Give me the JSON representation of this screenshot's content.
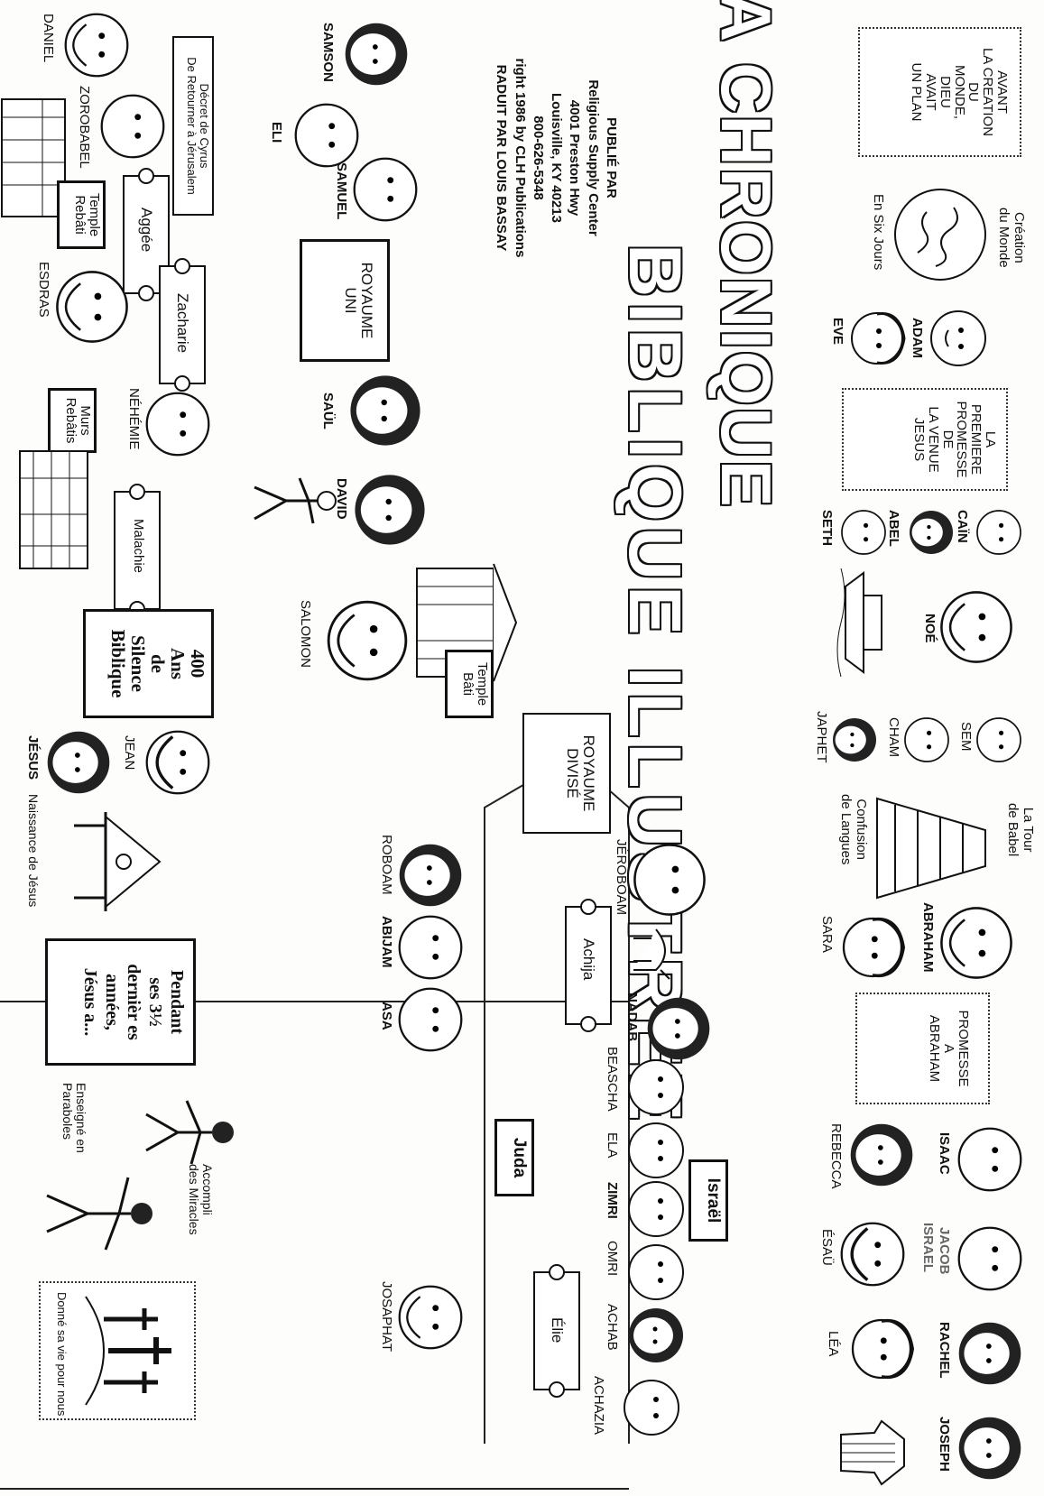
{
  "header": {
    "title_line1": "A CHRONIQUE",
    "title_line2": "BIBLIQUE ILLUSTREE",
    "publisher_lines": [
      "PUBLIÉ PAR",
      "Religious Supply Center",
      "4001 Preston Hwy",
      "Louisville, KY 40213",
      "800-626-5348",
      "right 1986 by CLH Publications",
      "RADUIT PAR LOUIS BASSAY"
    ]
  },
  "row1": {
    "before_creation": [
      "AVANT",
      "LA CREATION",
      "DU",
      "MONDE,",
      "DIEU",
      "AVAIT",
      "UN PLAN"
    ],
    "creation_label": [
      "Création",
      "du Monde"
    ],
    "six_days": "En Six Jours",
    "adam": "ADAM",
    "eve": "EVE",
    "first_promise": [
      "LA",
      "PREMIERE",
      "PROMESSE",
      "DE",
      "LA VENUE",
      "JESUS"
    ],
    "cain": "CAÏN",
    "abel": "ABEL",
    "seth": "SETH",
    "noe": "NOÉ",
    "sem": "SEM",
    "cham": "CHAM",
    "japhet": "JAPHET",
    "babel": [
      "La Tour",
      "de Babel"
    ],
    "confusion": [
      "Confusion",
      "de Langues"
    ],
    "abraham": "ABRAHAM",
    "sara": "SARA",
    "promise_abraham": [
      "PROMESSE",
      "A",
      "ABRAHAM"
    ],
    "isaac": "ISAAC",
    "rebecca": "REBECCA",
    "jacob": "JACOB",
    "israel": "ISRAEL",
    "esau": "ÉSAÜ",
    "rachel": "RACHEL",
    "lea": "LÉA",
    "joseph": "JOSEPH"
  },
  "row2": {
    "samson": "SAMSON",
    "eli": "ELI",
    "samuel": "SAMUEL",
    "united_kingdom": [
      "ROYAUME",
      "UNI"
    ],
    "saul": "SAÜL",
    "david": "DAVID",
    "salomon": "SALOMON",
    "temple_built": [
      "Temple",
      "Bâti"
    ],
    "divided_kingdom": [
      "ROYAUME",
      "DIVISÉ"
    ],
    "jeroboam": "JÉROBOAM",
    "achija": "Achija",
    "nadab": "NADAB",
    "beascha": "BEASCHA",
    "ela": "ELA",
    "zimri": "ZIMRI",
    "omri": "OMRI",
    "achab": "ACHAB",
    "achazia": "ACHAZIA",
    "elie": "Élie",
    "israel_label": "Israël",
    "juda_label": "Juda",
    "roboam": "ROBOAM",
    "abijam": "ABIJAM",
    "asa": "ASA",
    "josaphat": "JOSAPHAT"
  },
  "row3": {
    "daniel": "DANIEL",
    "cyrus_decree": [
      "Décret de Cyrus",
      "De Retourner à Jérusalem"
    ],
    "zorobabel": "ZOROBABEL",
    "aggee": "Aggée",
    "temple_rebuilt": [
      "Temple",
      "Rebâti"
    ],
    "esdras": "ESDRAS",
    "zacharie": "Zacharie",
    "nehemie": "NÉHÉMIE",
    "walls_rebuilt": [
      "Murs",
      "Rebâtis"
    ],
    "malachie": "Malachie",
    "silence": [
      "400",
      "Ans",
      "de",
      "Silence",
      "Biblique"
    ],
    "jean": "JEAN",
    "jesus": "JÉSUS",
    "birth": "Naissance de Jésus",
    "last_years": [
      "Pendant",
      "ses 3½",
      "dernièr es",
      "années,",
      "Jésus a..."
    ],
    "parables": [
      "Enseigné en",
      "Paraboles"
    ],
    "miracles": [
      "Accompli",
      "des Miracles"
    ],
    "gave_life": "Donné sa vie pour nous"
  },
  "colors": {
    "ink": "#111111",
    "paper": "#fdfdfc"
  }
}
